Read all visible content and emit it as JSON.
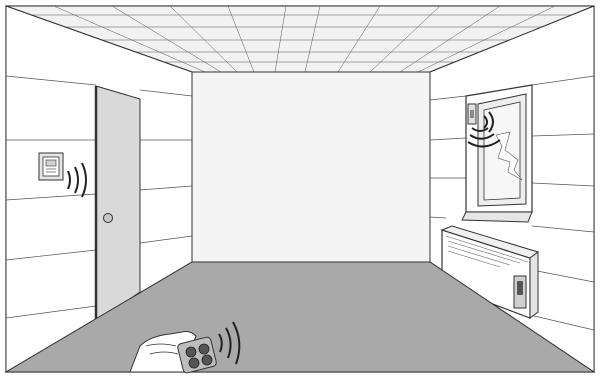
{
  "scene": {
    "type": "room-perspective-illustration",
    "walls": [
      "left-wall",
      "back-wall",
      "right-wall"
    ],
    "ceiling": "tiled-ceiling",
    "floor": "grey-floor"
  },
  "devices": [
    {
      "id": "wall-thermostat",
      "icon": "thermostat-icon",
      "signal": "radio-waves"
    },
    {
      "id": "window-contact",
      "icon": "window-sensor-icon",
      "signal": "radio-waves"
    },
    {
      "id": "remote-control",
      "icon": "remote-control-icon",
      "signal": "radio-waves"
    }
  ],
  "fixtures": [
    {
      "id": "door",
      "icon": "door-icon"
    },
    {
      "id": "window",
      "icon": "window-icon"
    },
    {
      "id": "radiator",
      "icon": "radiator-icon"
    },
    {
      "id": "radiator-actuator",
      "icon": "valve-actuator-icon"
    }
  ],
  "colors": {
    "line": "#333333",
    "wall": "#ffffff",
    "back-wall": "#f4f4f4",
    "floor": "#a9a9a9",
    "door": "#d8d8d8",
    "glass": "#eeeeee"
  }
}
